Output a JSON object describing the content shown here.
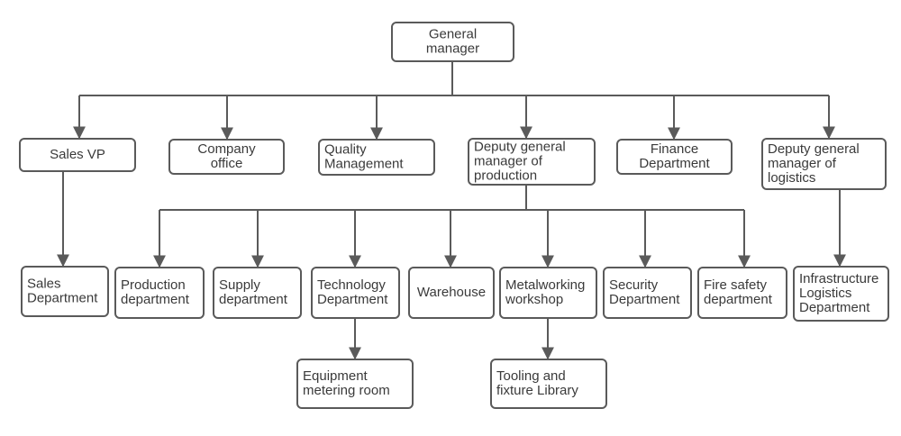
{
  "colors": {
    "stroke": "#5a5a5a",
    "text": "#3a3a3a",
    "background": "#ffffff"
  },
  "nodes": [
    {
      "id": "general-manager",
      "lines": [
        "General",
        "manager"
      ]
    },
    {
      "id": "sales-vp",
      "lines": [
        "Sales VP"
      ]
    },
    {
      "id": "company-office",
      "lines": [
        "Company",
        "office"
      ]
    },
    {
      "id": "quality-management",
      "lines": [
        "Quality",
        "Management"
      ]
    },
    {
      "id": "deputy-gm-production",
      "lines": [
        "Deputy general",
        "manager of",
        "production"
      ]
    },
    {
      "id": "finance-department",
      "lines": [
        "Finance",
        "Department"
      ]
    },
    {
      "id": "deputy-gm-logistics",
      "lines": [
        "Deputy general",
        "manager of",
        "logistics"
      ]
    },
    {
      "id": "sales-department",
      "lines": [
        "Sales",
        "Department"
      ]
    },
    {
      "id": "production-department",
      "lines": [
        "Production",
        "department"
      ]
    },
    {
      "id": "supply-department",
      "lines": [
        "Supply",
        "department"
      ]
    },
    {
      "id": "technology-department",
      "lines": [
        "Technology",
        "Department"
      ]
    },
    {
      "id": "warehouse",
      "lines": [
        "Warehouse"
      ]
    },
    {
      "id": "metalworking-workshop",
      "lines": [
        "Metalworking",
        "workshop"
      ]
    },
    {
      "id": "security-department",
      "lines": [
        "Security",
        "Department"
      ]
    },
    {
      "id": "fire-safety-department",
      "lines": [
        "Fire safety",
        "department"
      ]
    },
    {
      "id": "infrastructure-logistics-department",
      "lines": [
        "Infrastructure",
        "Logistics",
        "Department"
      ]
    },
    {
      "id": "equipment-metering-room",
      "lines": [
        "Equipment",
        "metering room"
      ]
    },
    {
      "id": "tooling-fixture-library",
      "lines": [
        "Tooling and",
        "fixture Library"
      ]
    }
  ],
  "edges": [
    {
      "from": "general-manager",
      "to": [
        "sales-vp",
        "company-office",
        "quality-management",
        "deputy-gm-production",
        "finance-department",
        "deputy-gm-logistics"
      ]
    },
    {
      "from": "sales-vp",
      "to": [
        "sales-department"
      ]
    },
    {
      "from": "deputy-gm-production",
      "to": [
        "production-department",
        "supply-department",
        "technology-department",
        "warehouse",
        "metalworking-workshop",
        "security-department",
        "fire-safety-department"
      ]
    },
    {
      "from": "deputy-gm-logistics",
      "to": [
        "infrastructure-logistics-department"
      ]
    },
    {
      "from": "technology-department",
      "to": [
        "equipment-metering-room"
      ]
    },
    {
      "from": "metalworking-workshop",
      "to": [
        "tooling-fixture-library"
      ]
    }
  ]
}
